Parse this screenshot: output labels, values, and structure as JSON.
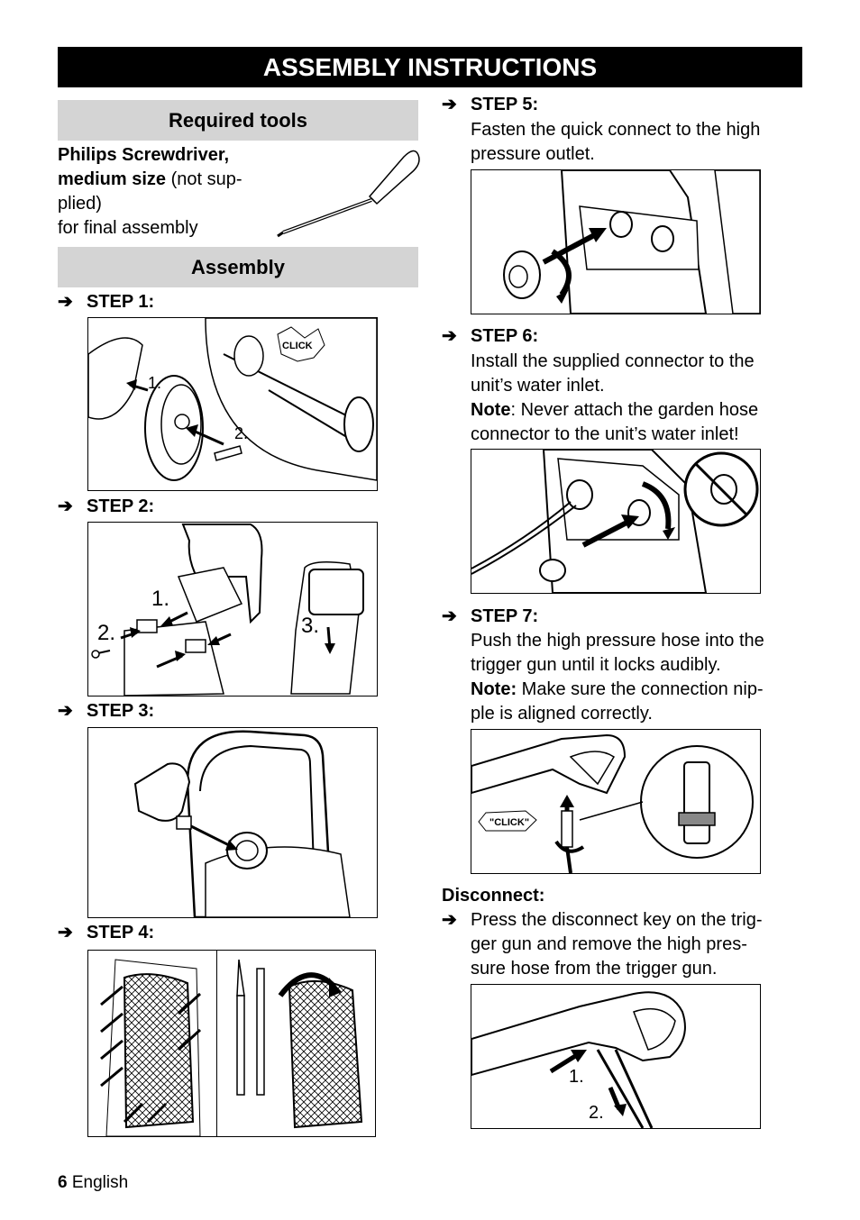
{
  "title": "ASSEMBLY INSTRUCTIONS",
  "required_tools": {
    "heading": "Required tools",
    "line1_bold": "Philips Screwdriver,",
    "line2_bold": "medium size",
    "line2_rest": " (not sup-",
    "line3": "plied)",
    "line4": "for final assembly"
  },
  "assembly": {
    "heading": "Assembly",
    "arrow": "➔",
    "step1": "STEP 1:",
    "step2": "STEP 2:",
    "step3": "STEP 3:",
    "step4": "STEP 4:",
    "fig1_labels": [
      "1.",
      "2.",
      "CLICK"
    ],
    "fig2_labels": [
      "1.",
      "2.",
      "3."
    ]
  },
  "right": {
    "step5": "STEP 5:",
    "step5_text": [
      "Fasten the quick connect to the high",
      "pressure outlet."
    ],
    "step6": "STEP 6:",
    "step6_text": [
      "Install the supplied connector to the",
      "unit’s water inlet."
    ],
    "step6_note_label": "Note",
    "step6_note": [
      ": Never attach the garden hose",
      "connector to the unit’s water inlet!"
    ],
    "step7": "STEP 7:",
    "step7_text": [
      "Push the high pressure hose into the",
      "trigger gun until it locks audibly."
    ],
    "step7_note_label": "Note:",
    "step7_note": [
      " Make sure the connection nip-",
      "ple is aligned correctly."
    ],
    "fig7_label": "\"CLICK\"",
    "disconnect_heading": "Disconnect:",
    "disconnect_text": [
      "Press the disconnect key on the trig-",
      "ger gun and remove the high pres-",
      "sure hose from the trigger gun."
    ],
    "fig_disc_labels": [
      "1.",
      "2."
    ]
  },
  "footer": {
    "page_number": "6",
    "language": "English"
  }
}
